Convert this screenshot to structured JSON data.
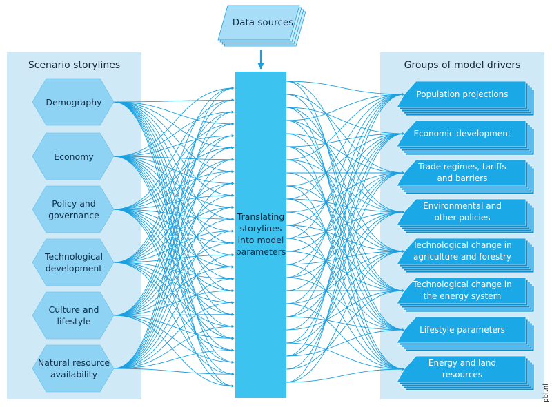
{
  "data_sources": {
    "label": "Data sources"
  },
  "left_panel": {
    "title": "Scenario storylines",
    "items": [
      {
        "label": "Demography"
      },
      {
        "label": "Economy"
      },
      {
        "label": "Policy and\ngovernance"
      },
      {
        "label": "Technological\ndevelopment"
      },
      {
        "label": "Culture and\nlifestyle"
      },
      {
        "label": "Natural resource\navailability"
      }
    ]
  },
  "center": {
    "label": "Translating\nstorylines\ninto model\nparameters"
  },
  "right_panel": {
    "title": "Groups of model drivers",
    "items": [
      {
        "label": "Population projections"
      },
      {
        "label": "Economic development"
      },
      {
        "label": "Trade regimes, tariffs\nand barriers"
      },
      {
        "label": "Environmental and\nother policies"
      },
      {
        "label": "Technological change in\nagriculture and forestry"
      },
      {
        "label": "Technological change in\nthe energy system"
      },
      {
        "label": "Lifestyle parameters"
      },
      {
        "label": "Energy and land\nresources"
      }
    ]
  },
  "credit": "pbl.nl",
  "colors": {
    "panel_bg": "#cfe9f7",
    "hexagon": "#8fd3f4",
    "center_bar": "#3cc3f0",
    "driver_box": "#1aa8e6",
    "arrow": "#1aa0e0"
  }
}
